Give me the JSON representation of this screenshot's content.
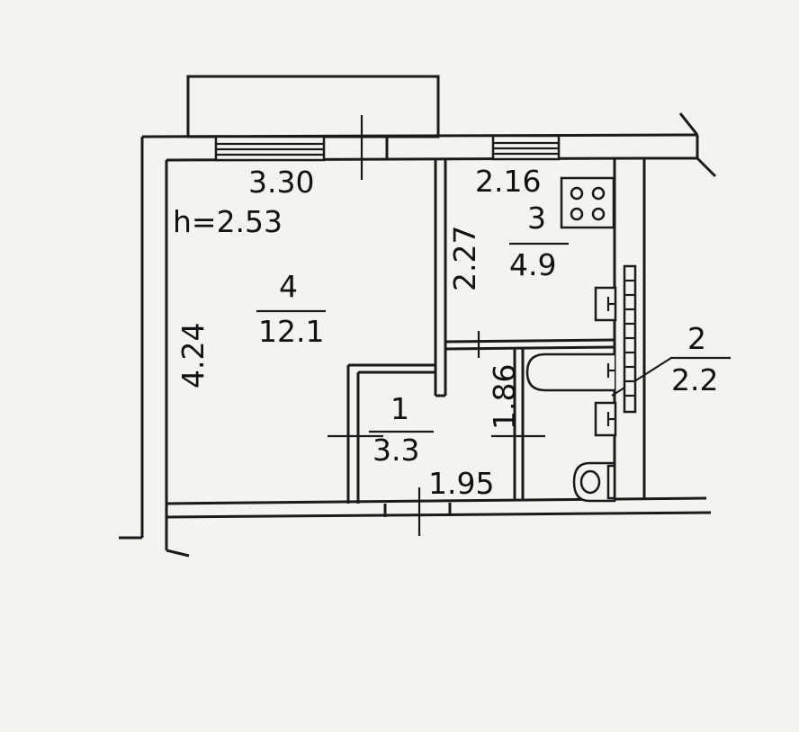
{
  "ceiling_height": "h=2.53",
  "rooms": [
    {
      "number": "1",
      "area": "3.3"
    },
    {
      "number": "2",
      "area": "2.2"
    },
    {
      "number": "3",
      "area": "4.9"
    },
    {
      "number": "4",
      "area": "12.1"
    }
  ],
  "dimensions": {
    "room4_width": "3.30",
    "room4_length": "4.24",
    "kitchen_width": "2.16",
    "kitchen_length": "2.27",
    "hall_width": "1.95",
    "hall_length": "1.86"
  }
}
